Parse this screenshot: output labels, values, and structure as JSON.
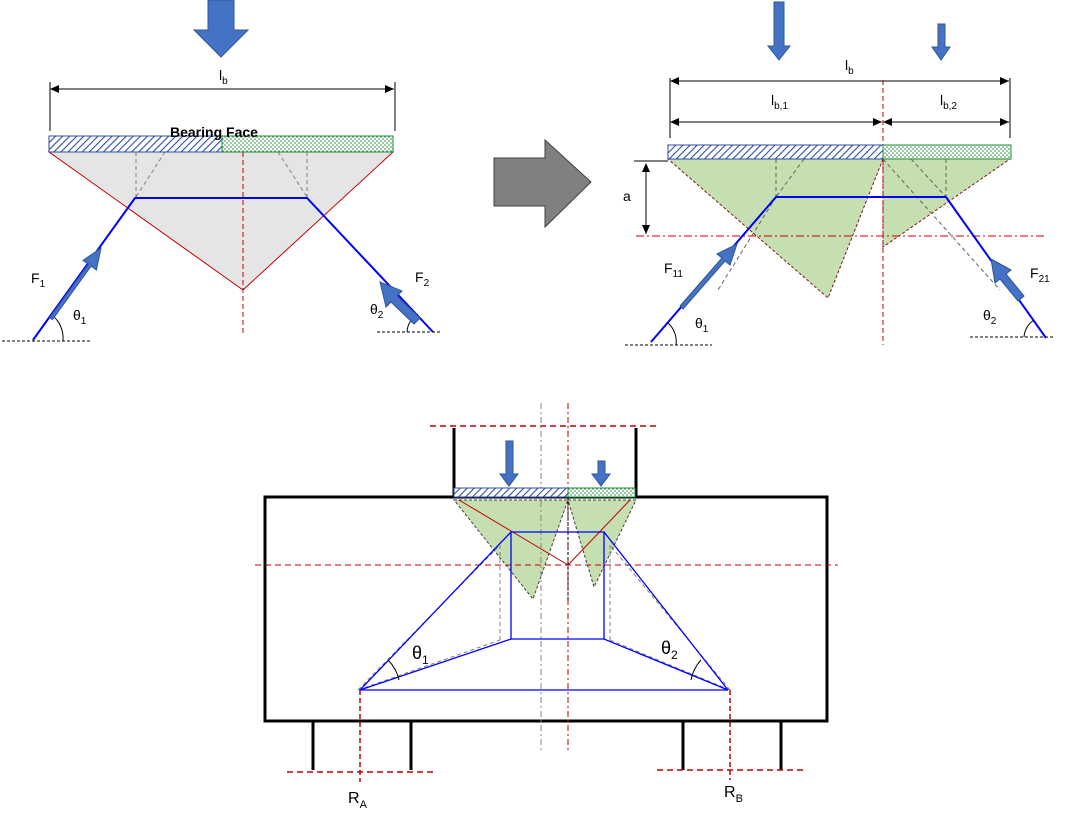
{
  "colors": {
    "force_arrow": "#4472C4",
    "force_arrow_stroke": "#2F5597",
    "strut_line": "#0000FF",
    "red_line": "#C00000",
    "grey_zone": "#E5E5E5",
    "green_zone": "#C6DFB0",
    "hatch_blue": "#2E4DA7",
    "dots_green": "#1E8C3A",
    "big_arrow": "#808080"
  },
  "panel_a": {
    "lb_label": "l",
    "lb_sub": "b",
    "bearing_face_label": "Bearing Face",
    "f1_label": "F",
    "f1_sub": "1",
    "f2_label": "F",
    "f2_sub": "2",
    "theta1_label": "θ",
    "theta1_sub": "1",
    "theta2_label": "θ",
    "theta2_sub": "2"
  },
  "panel_b": {
    "lb_label": "l",
    "lb_sub": "b",
    "lb1_label": "l",
    "lb1_sub": "b,1",
    "lb2_label": "l",
    "lb2_sub": "b,2",
    "a_label": "a",
    "f11_label": "F",
    "f11_sub": "11",
    "f21_label": "F",
    "f21_sub": "21",
    "theta1_label": "θ",
    "theta1_sub": "1",
    "theta2_label": "θ",
    "theta2_sub": "2"
  },
  "panel_c": {
    "theta1_label": "θ",
    "theta1_sub": "1",
    "theta2_label": "θ",
    "theta2_sub": "2",
    "ra_label": "R",
    "ra_sub": "A",
    "rb_label": "R",
    "rb_sub": "B"
  }
}
